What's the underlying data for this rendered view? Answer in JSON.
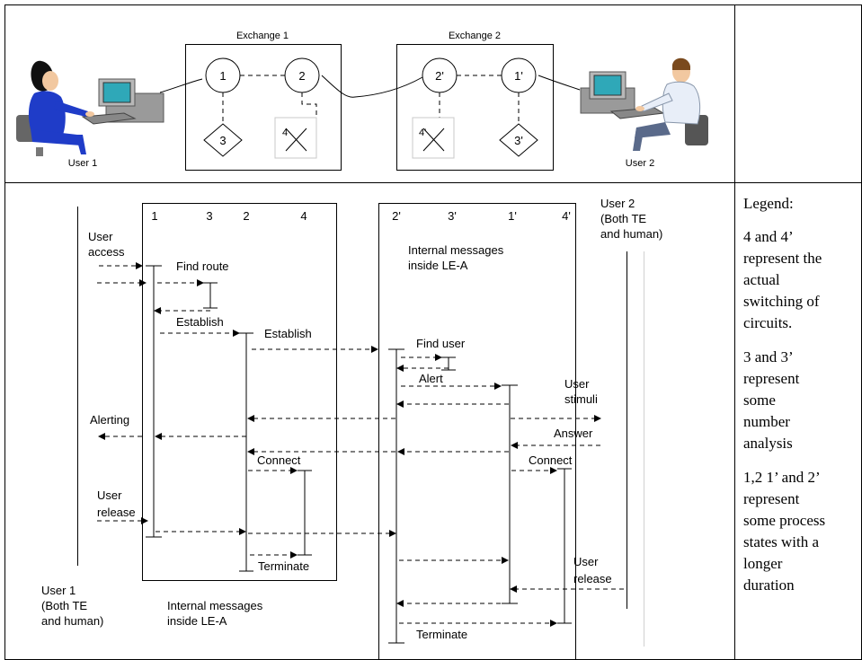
{
  "top": {
    "exchange1": "Exchange 1",
    "exchange2": "Exchange 2",
    "user1": "User 1",
    "user2": "User 2",
    "node1": "1",
    "node2": "2",
    "node3": "3",
    "node4": "4",
    "node1p": "1'",
    "node2p": "2'",
    "node3p": "3'",
    "node4p": "4'"
  },
  "seq": {
    "exA_cols": [
      "1",
      "3",
      "2",
      "4"
    ],
    "exB_cols": [
      "2'",
      "3'",
      "1'",
      "4'"
    ],
    "exB_title_l1": "Internal messages",
    "exB_title_l2": "inside LE-A",
    "exA_title_l1": "Internal messages",
    "exA_title_l2": "inside LE-A",
    "user2_l1": "User 2",
    "user2_l2": "(Both TE",
    "user2_l3": "and human)",
    "user1_l1": "User 1",
    "user1_l2": "(Both TE",
    "user1_l3": "and human)",
    "msgs": {
      "user_access_l1": "User",
      "user_access_l2": "access",
      "find_route": "Find route",
      "establish1": "Establish",
      "establish2": "Establish",
      "find_user": "Find user",
      "alert": "Alert",
      "user_stimuli_l1": "User",
      "user_stimuli_l2": "stimuli",
      "alerting": "Alerting",
      "answer": "Answer",
      "connect_a": "Connect",
      "connect_b": "Connect",
      "user_release_l1": "User",
      "user_release_l2": "release",
      "terminate_a": "Terminate",
      "user_release2_l1": "User",
      "user_release2_l2": "release",
      "terminate_b": "Terminate"
    }
  },
  "legend": {
    "title": "Legend:",
    "lines": [
      "4 and 4’",
      "represent the",
      "actual",
      "switching of",
      "circuits.",
      "3 and 3’",
      "represent",
      "some",
      "number",
      "analysis",
      "1,2 1’ and 2’",
      "represent",
      "some process",
      "states with a",
      "longer",
      "duration"
    ]
  }
}
